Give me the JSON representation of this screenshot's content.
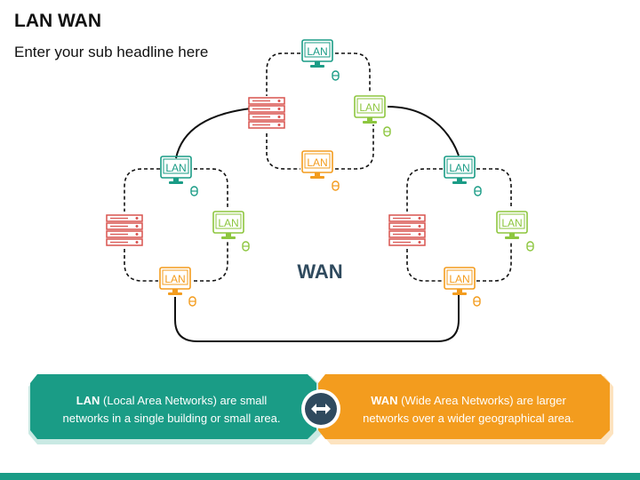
{
  "title": "LAN WAN",
  "subtitle": "Enter your sub headline here",
  "lan_label": "LAN",
  "wan_label": "WAN",
  "colors": {
    "teal": "#1a9c86",
    "green": "#8dc63f",
    "orange": "#f39c1e",
    "red": "#d9534f",
    "wan_text": "#2f4a5e"
  },
  "info_boxes": {
    "lan": {
      "term": "LAN",
      "rest_line1": " (Local Area Networks) are small",
      "line2": "networks in a single building or small area."
    },
    "wan": {
      "term": "WAN",
      "rest_line1": " (Wide Area Networks) are larger",
      "line2": "networks over a wider geographical area."
    }
  },
  "connector_icon": "left-right-arrow-icon"
}
